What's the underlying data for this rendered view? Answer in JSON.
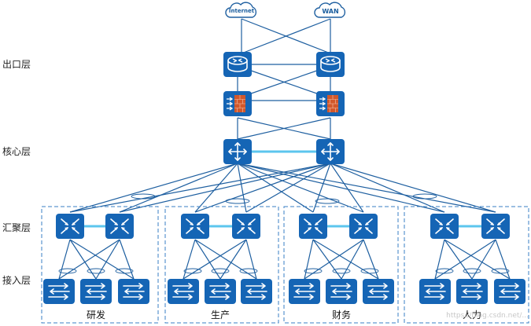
{
  "layers": {
    "egress": "出口层",
    "core": "核心层",
    "aggregation": "汇聚层",
    "access": "接入层"
  },
  "clouds": {
    "internet": "Internet",
    "wan": "WAN"
  },
  "departments": [
    {
      "label": "研发"
    },
    {
      "label": "生产"
    },
    {
      "label": "财务"
    },
    {
      "label": "人力"
    }
  ],
  "watermark": "https://blog.csdn.net/...",
  "icons": {
    "router": "router-icon",
    "firewall": "firewall-icon",
    "core_switch": "core-switch-icon",
    "aggregation_switch": "aggregation-switch-icon",
    "access_switch": "access-switch-icon",
    "cloud": "cloud-icon"
  },
  "colors": {
    "device": "#1565b5",
    "link": "#1e5fa0",
    "stack_link": "#5cc6ee",
    "firewall_brick": "#d2582b",
    "group_border": "#3a7fc4"
  }
}
